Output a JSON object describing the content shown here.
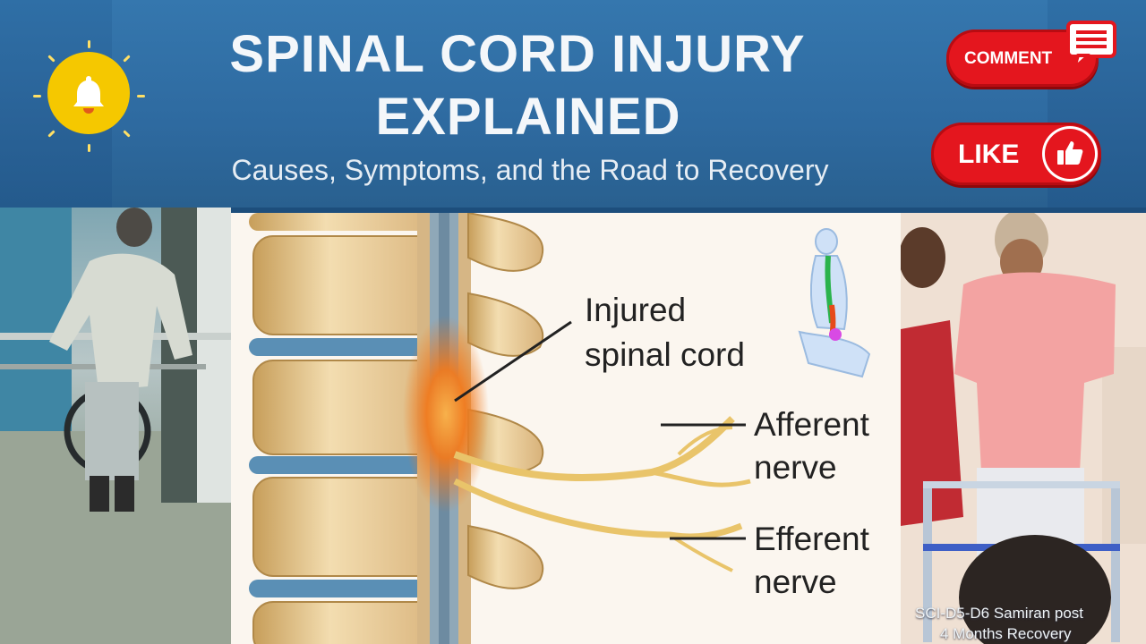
{
  "header": {
    "title_line1": "SPINAL CORD INJURY",
    "title_line2": "EXPLAINED",
    "subtitle": "Causes, Symptoms, and the Road to Recovery"
  },
  "actions": {
    "comment_label": "COMMENT",
    "like_label": "LIKE"
  },
  "illustration": {
    "injured_label_1": "Injured",
    "injured_label_2": "spinal cord",
    "afferent_label_1": "Afferent",
    "afferent_label_2": "nerve",
    "efferent_label_1": "Efferent",
    "efferent_label_2": "nerve"
  },
  "right_photo": {
    "caption_1": "SCI-D5-D6 Samiran post",
    "caption_2": "4 Months Recovery"
  },
  "icons": {
    "bell": "bell-icon",
    "comment": "comment-bubble-icon",
    "like": "thumbs-up-icon",
    "body": "body-spine-icon"
  },
  "colors": {
    "header_blue": "#2e6aa0",
    "bell_yellow": "#f5c800",
    "button_red": "#e4161e",
    "injury_orange": "#f07a1e",
    "nerve_yellow": "#e9c46a"
  }
}
